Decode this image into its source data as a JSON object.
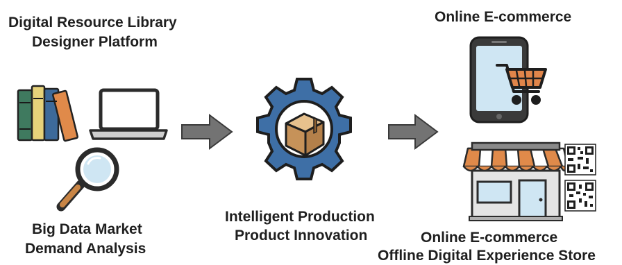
{
  "left": {
    "title_line1": "Digital Resource Library",
    "title_line2": "Designer Platform",
    "bottom_line1": "Big Data Market",
    "bottom_line2": "Demand Analysis"
  },
  "center": {
    "line1": "Intelligent Production",
    "line2": "Product Innovation"
  },
  "right": {
    "top_title": "Online E-commerce",
    "bottom_line1": "Online E-commerce",
    "bottom_line2": "Offline Digital Experience Store"
  },
  "icons": {
    "books": "books-icon",
    "laptop": "laptop-icon",
    "magnifier": "magnifying-glass-icon",
    "gear": "gear-icon",
    "box": "box-icon",
    "phone": "smartphone-icon",
    "cart": "shopping-cart-icon",
    "store": "storefront-icon",
    "qr": "qr-code-icon"
  },
  "colors": {
    "gear_blue": "#3e6fa6",
    "box_tan": "#c99a5f",
    "arrow_gray": "#707070",
    "awning_orange": "#e08a4a"
  }
}
